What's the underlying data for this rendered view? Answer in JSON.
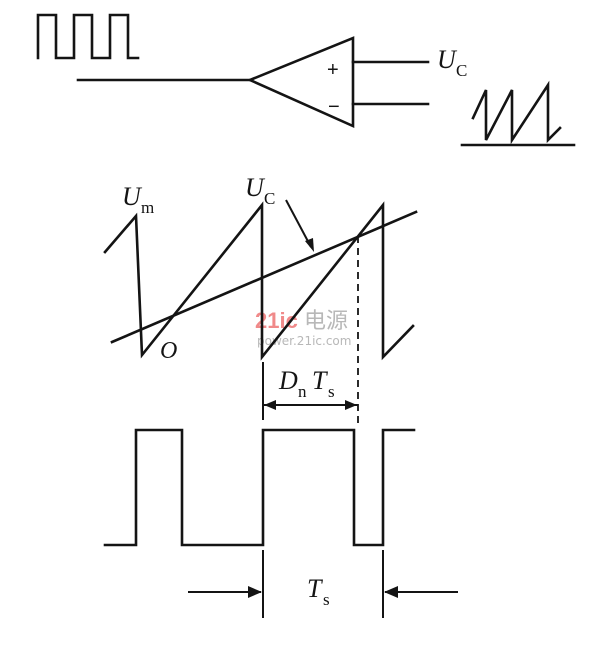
{
  "comparator": {
    "input_label": "U",
    "input_sub": "C",
    "plus_sign": "+",
    "minus_sign": "−"
  },
  "waveform_labels": {
    "modulating": {
      "main": "U",
      "sub": "m"
    },
    "carrier": {
      "main": "U",
      "sub": "C"
    },
    "origin": "O"
  },
  "duty_label": {
    "d_main": "D",
    "d_sub": "n",
    "t_main": "T",
    "t_sub": "s"
  },
  "period_label": {
    "main": "T",
    "sub": "s"
  },
  "watermark": {
    "brand": "21ic",
    "cn": "电源",
    "url": "power.21ic.com"
  },
  "colors": {
    "ink": "#141414",
    "watermark_red": "#f08a8a",
    "watermark_grey": "#b8b8b8"
  }
}
